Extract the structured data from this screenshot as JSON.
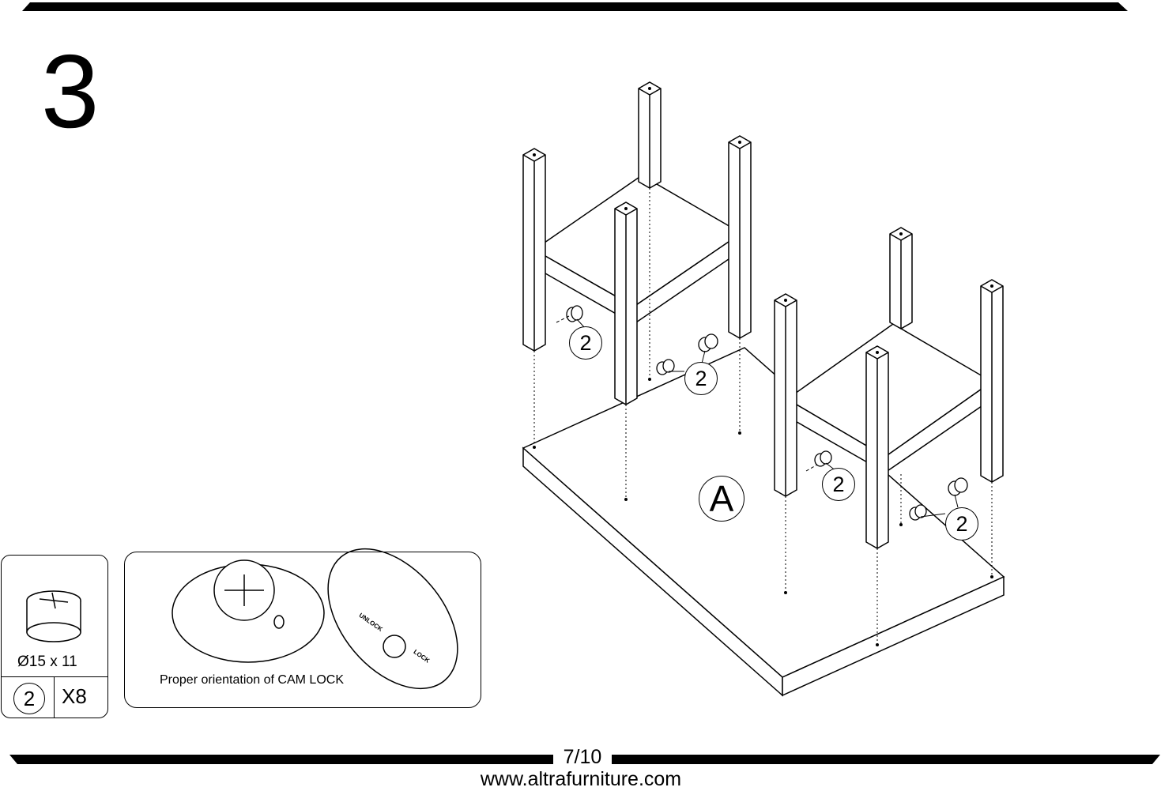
{
  "step": {
    "number": "3"
  },
  "panel": {
    "label": "A"
  },
  "hardware_callouts": [
    "2",
    "2",
    "2",
    "2"
  ],
  "parts_legend": {
    "part_number": "2",
    "size": "Ø15 x 11",
    "quantity": "X8"
  },
  "cam_lock_detail": {
    "caption": "Proper orientation of CAM LOCK",
    "unlock_label": "UNLOCK",
    "lock_label": "LOCK"
  },
  "footer": {
    "page": "7/10",
    "website": "www.altrafurniture.com"
  }
}
